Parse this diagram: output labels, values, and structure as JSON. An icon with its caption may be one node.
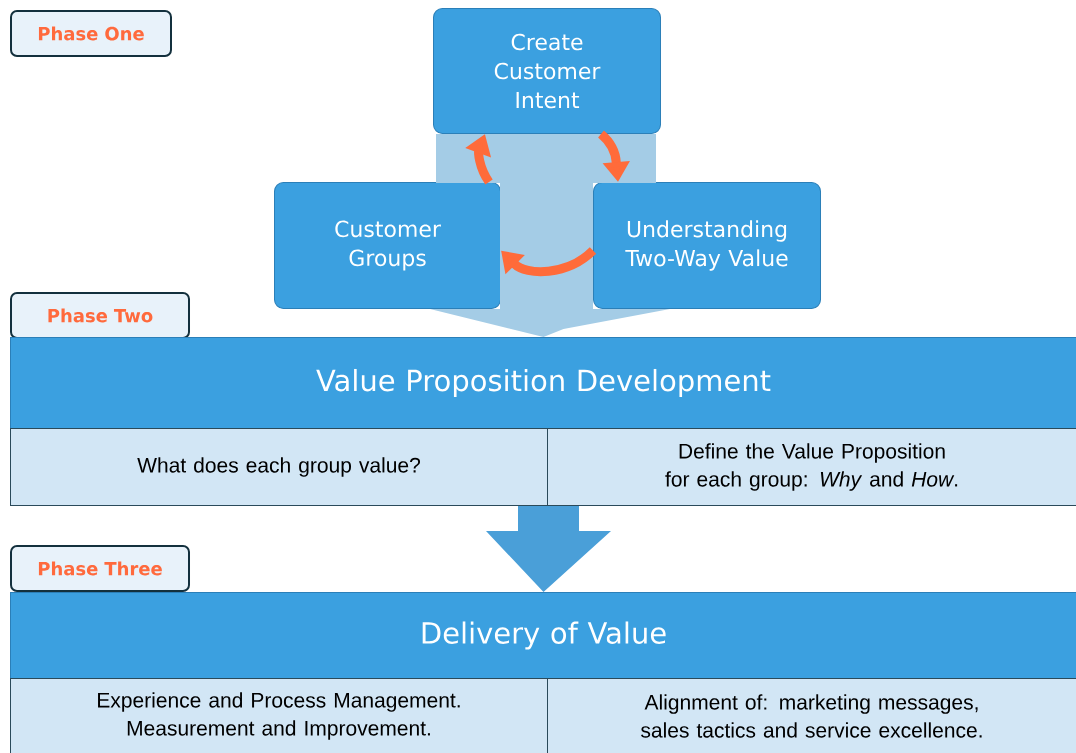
{
  "diagram": {
    "nodes": [
      {
        "text": [
          "Phase One"
        ]
      },
      {
        "text": [
          "Create Customer Intent"
        ]
      },
      {
        "text": [
          "Customer Groups"
        ]
      },
      {
        "text": [
          "Understanding Two-Way Value"
        ]
      },
      {
        "text": [
          "Phase Two"
        ]
      },
      {
        "text": [
          "Value Proposition Development"
        ]
      },
      {
        "text": [
          "What does each group value?"
        ]
      },
      {
        "text": [
          "Define the Value Proposition for each group: *Why* and *How*."
        ]
      },
      {
        "text": [
          "Phase Three"
        ]
      },
      {
        "text": [
          "Delivery of Value"
        ]
      },
      {
        "text": [
          "Experience and Process Management. Measurement and Improvement."
        ]
      },
      {
        "text": [
          "Alignment of: marketing messages, sales tactics and service excellence."
        ]
      }
    ],
    "edges": [
      {
        "from": 1,
        "to": 5,
        "arrow": "to",
        "color": "#a4cce6"
      },
      {
        "from": 1,
        "to": 3,
        "arrow": "to"
      },
      {
        "from": 3,
        "to": 2,
        "arrow": "to"
      },
      {
        "from": 2,
        "to": 1,
        "arrow": "to"
      },
      {
        "from": 6,
        "to": 9,
        "arrow": "to",
        "color": "#4a9fd8"
      }
    ]
  }
}
